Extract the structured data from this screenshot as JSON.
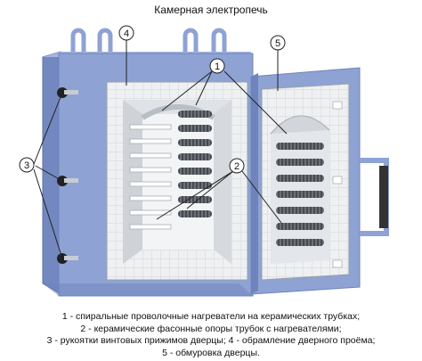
{
  "title": "Камерная электропечь",
  "callouts": {
    "c1": "1",
    "c2": "2",
    "c3": "3",
    "c4": "4",
    "c5": "5"
  },
  "caption": {
    "line1": "1 - спиральные проволочные нагреватели на керамических трубках;",
    "line2": "2 - керамические фасонные опоры трубок с нагревателями;",
    "line3": "3 - рукоятки винтовых прижимов дверцы; 4 - обрамление дверного проёма;",
    "line4": "5 - обмуровка дверцы."
  },
  "colors": {
    "body": "#8ea2d4",
    "body_dark": "#6f84bb",
    "lining": "#e9ecef",
    "heater": "#555a60",
    "handle": "#333333"
  }
}
